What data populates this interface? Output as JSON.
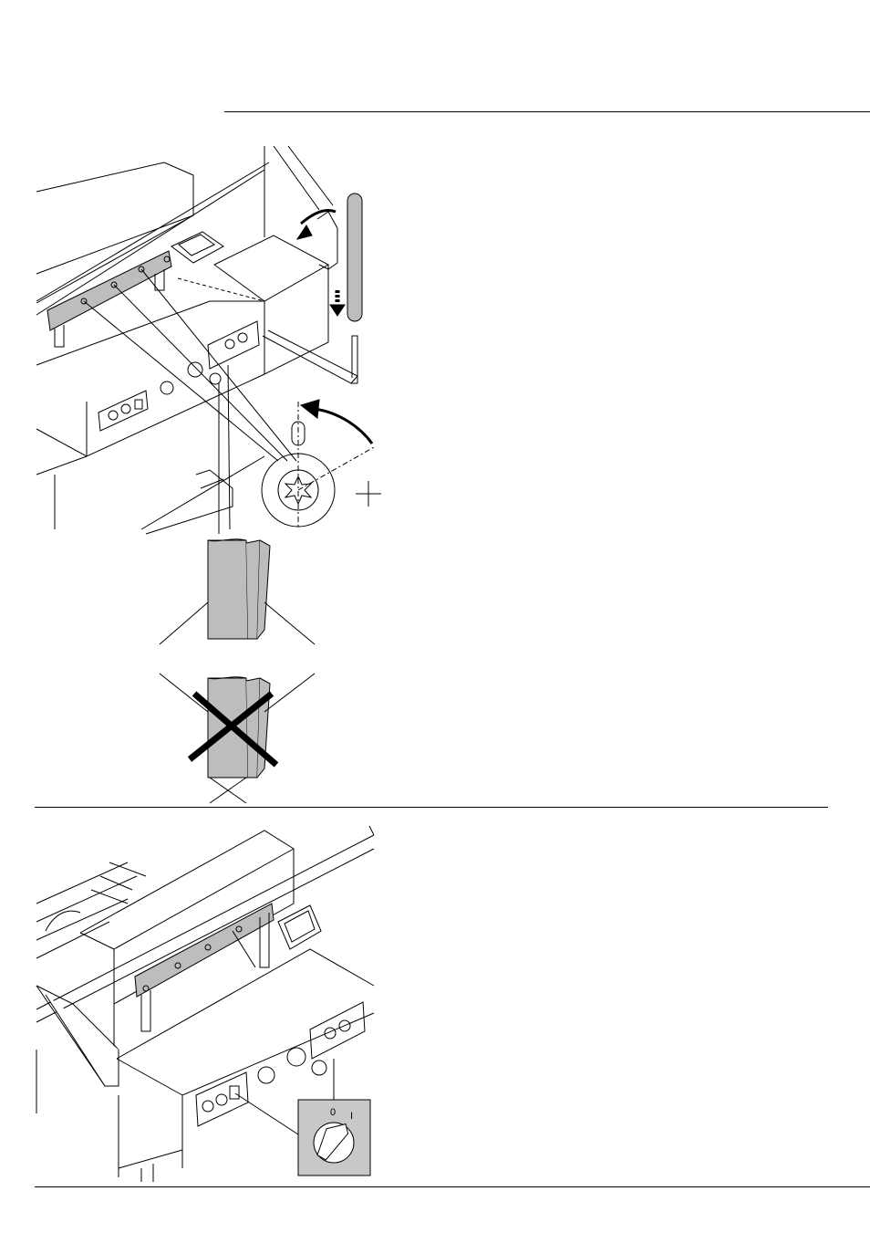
{
  "switch_labels": {
    "off": "0",
    "on": "I"
  },
  "colors": {
    "line": "#000000",
    "shade": "#bdbdbd",
    "panel_gray": "#c8c8c8"
  },
  "icons": [
    "guillotine-machine-illustration",
    "knife-adjust-illustration",
    "hex-key-icon",
    "rotation-arrow-icon",
    "screw-head-icon",
    "blade-correct-illustration",
    "blade-wrong-illustration",
    "rotary-switch-icon"
  ]
}
